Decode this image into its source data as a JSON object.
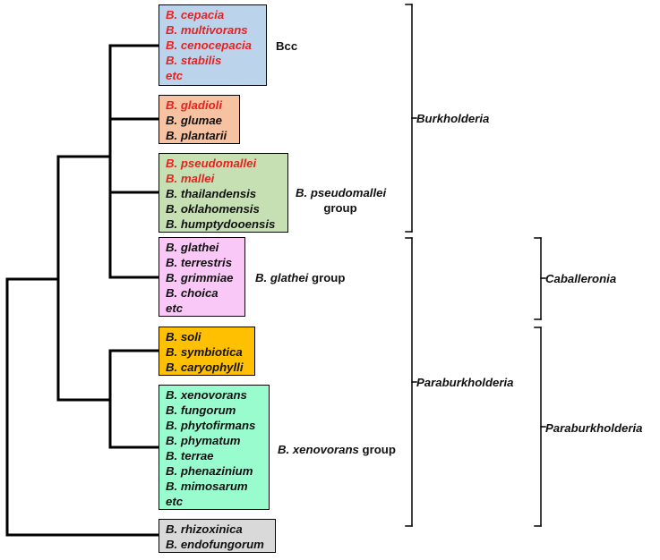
{
  "colors": {
    "pathogen_red": "#e8211f",
    "text_black": "#111111",
    "bcc_fill": "#bcd3ec",
    "gladioli_fill": "#f6c2a2",
    "pseudomallei_fill": "#c6e0b4",
    "glathei_fill": "#f9c8f7",
    "soli_fill": "#fec000",
    "xenovorans_fill": "#98fccf",
    "rhizoxinica_fill": "#d9d9d9"
  },
  "groups": [
    {
      "species": [
        {
          "name": "B. cepacia",
          "red": true
        },
        {
          "name": "B. multivorans",
          "red": true
        },
        {
          "name": "B. cenocepacia",
          "red": true
        },
        {
          "name": "B. stabilis",
          "red": true
        },
        {
          "name": "etc",
          "red": true
        }
      ],
      "label_genus": "",
      "label_rest": "Bcc"
    },
    {
      "species": [
        {
          "name": "B. gladioli",
          "red": true
        },
        {
          "name": "B. glumae",
          "red": false
        },
        {
          "name": "B. plantarii",
          "red": false
        }
      ],
      "label_genus": "",
      "label_rest": ""
    },
    {
      "species": [
        {
          "name": "B. pseudomallei",
          "red": true
        },
        {
          "name": "B. mallei",
          "red": true
        },
        {
          "name": "B. thailandensis",
          "red": false
        },
        {
          "name": "B. oklahomensis",
          "red": false
        },
        {
          "name": "B. humptydooensis",
          "red": false
        }
      ],
      "label_genus": "B. pseudomallei",
      "label_rest": "group"
    },
    {
      "species": [
        {
          "name": "B. glathei",
          "red": false
        },
        {
          "name": "B. terrestris",
          "red": false
        },
        {
          "name": "B. grimmiae",
          "red": false
        },
        {
          "name": "B. choica",
          "red": false
        },
        {
          "name": "etc",
          "red": false
        }
      ],
      "label_genus": "B. glathei",
      "label_rest": " group"
    },
    {
      "species": [
        {
          "name": "B. soli",
          "red": false
        },
        {
          "name": "B. symbiotica",
          "red": false
        },
        {
          "name": "B. caryophylli",
          "red": false
        }
      ],
      "label_genus": "",
      "label_rest": ""
    },
    {
      "species": [
        {
          "name": "B. xenovorans",
          "red": false
        },
        {
          "name": "B. fungorum",
          "red": false
        },
        {
          "name": "B. phytofirmans",
          "red": false
        },
        {
          "name": "B. phymatum",
          "red": false
        },
        {
          "name": "B. terrae",
          "red": false
        },
        {
          "name": "B. phenazinium",
          "red": false
        },
        {
          "name": "B. mimosarum",
          "red": false
        },
        {
          "name": "etc",
          "red": false
        }
      ],
      "label_genus": "B. xenovorans",
      "label_rest": " group"
    },
    {
      "species": [
        {
          "name": "B. rhizoxinica",
          "red": false
        },
        {
          "name": "B. endofungorum",
          "red": false
        }
      ],
      "label_genus": "",
      "label_rest": ""
    }
  ],
  "genera": {
    "burkholderia": "Burkholderia",
    "paraburkholderia_left": "Paraburkholderia",
    "caballeronia": "Caballeronia",
    "paraburkholderia_right": "Paraburkholderia"
  }
}
